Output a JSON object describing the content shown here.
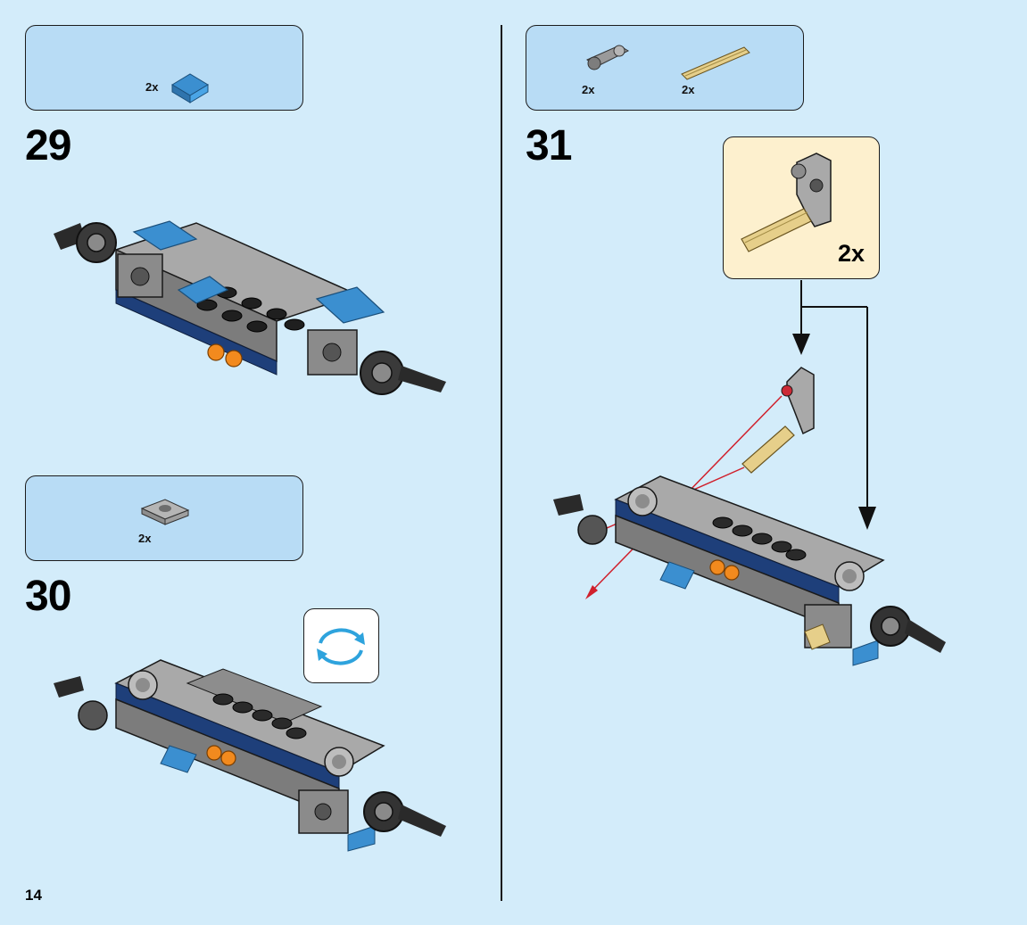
{
  "page_number": "14",
  "colors": {
    "page_background": "#d3ecfa",
    "parts_box": "#b8dcf5",
    "callout_background": "#fdf0ce",
    "rotate_arrow": "#2ea3dd",
    "guide_line": "#d0202c"
  },
  "steps": [
    {
      "number": "29",
      "parts": [
        {
          "icon": "blue-slope-brick-icon",
          "qty": "2x"
        }
      ]
    },
    {
      "number": "30",
      "parts": [
        {
          "icon": "grey-angle-plate-icon",
          "qty": "2x"
        }
      ],
      "rotate_icon": "rotate-model-icon"
    },
    {
      "number": "31",
      "parts": [
        {
          "icon": "grey-connector-icon",
          "qty": "2x"
        },
        {
          "icon": "tan-axle-icon",
          "qty": "2x"
        }
      ],
      "subassembly": {
        "qty": "2x"
      }
    }
  ]
}
